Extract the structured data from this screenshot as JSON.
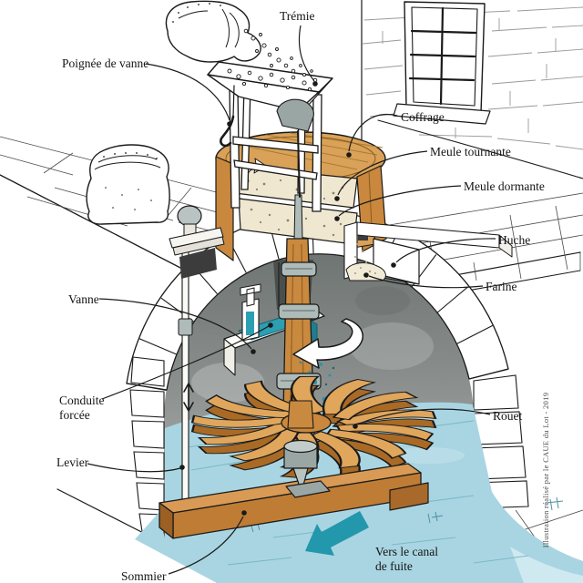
{
  "labels": {
    "tremie": "Trémie",
    "poignee_de_vanne": "Poignée de vanne",
    "coffrage": "Coffrage",
    "meule_tournante": "Meule tournante",
    "meule_dormante": "Meule dormante",
    "huche": "Huche",
    "farine": "Farine",
    "vanne": "Vanne",
    "conduite_forcee_line1": "Conduite",
    "conduite_forcee_line2": "forcée",
    "rouet": "Rouet",
    "levier": "Levier",
    "sommier": "Sommier",
    "canal_line1": "Vers le canal",
    "canal_line2": "de fuite"
  },
  "credit": "Illustration réalisé par le CAUE du Lot - 2019",
  "colors": {
    "wood": "#d9a258",
    "wood_dark": "#bf7c35",
    "millstone": "#efe7d0",
    "water": "#a9d5e2",
    "chute_water": "#2d9fb2",
    "flow_arrow": "#2397ab",
    "interior_gray": "#8a8f8d",
    "metal": "#aebbb8",
    "outline": "#1a1a1a"
  }
}
